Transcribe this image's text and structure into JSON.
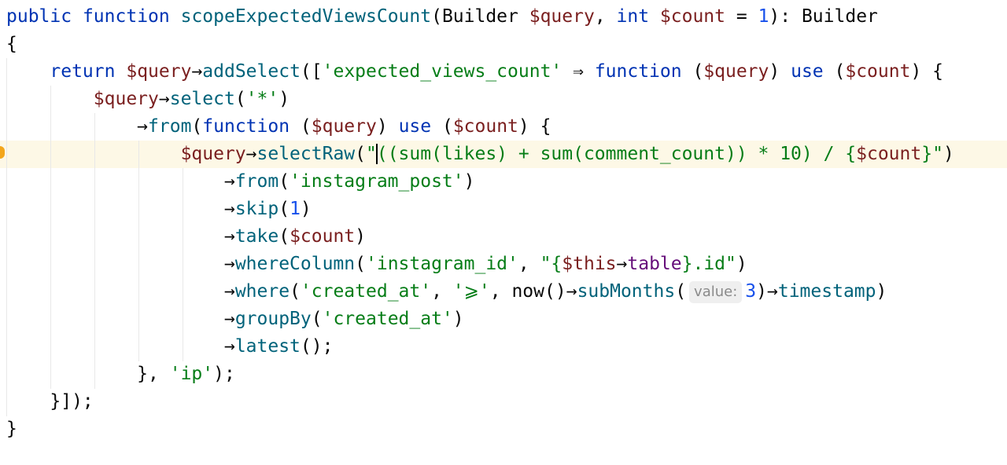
{
  "editor": {
    "language": "php",
    "caret_line": 6,
    "lines": [
      [
        {
          "t": "public",
          "c": "kw"
        },
        {
          "t": " ",
          "c": "pl"
        },
        {
          "t": "function",
          "c": "kw"
        },
        {
          "t": " ",
          "c": "pl"
        },
        {
          "t": "scopeExpectedViewsCount",
          "c": "fn"
        },
        {
          "t": "(Builder ",
          "c": "pl"
        },
        {
          "t": "$query",
          "c": "vv"
        },
        {
          "t": ", ",
          "c": "pl"
        },
        {
          "t": "int",
          "c": "kw"
        },
        {
          "t": " ",
          "c": "pl"
        },
        {
          "t": "$count",
          "c": "vv"
        },
        {
          "t": " = ",
          "c": "pl"
        },
        {
          "t": "1",
          "c": "num"
        },
        {
          "t": "): Builder",
          "c": "pl"
        }
      ],
      [
        {
          "t": "{",
          "c": "pl"
        }
      ],
      [
        {
          "t": "    ",
          "c": "pl"
        },
        {
          "t": "return",
          "c": "kw"
        },
        {
          "t": " ",
          "c": "pl"
        },
        {
          "t": "$query",
          "c": "vv"
        },
        {
          "t": "→",
          "c": "pl"
        },
        {
          "t": "addSelect",
          "c": "fn"
        },
        {
          "t": "([",
          "c": "pl"
        },
        {
          "t": "'expected_views_count'",
          "c": "str"
        },
        {
          "t": " ⇒ ",
          "c": "pl"
        },
        {
          "t": "function",
          "c": "kw"
        },
        {
          "t": " (",
          "c": "pl"
        },
        {
          "t": "$query",
          "c": "vv"
        },
        {
          "t": ") ",
          "c": "pl"
        },
        {
          "t": "use",
          "c": "kw"
        },
        {
          "t": " (",
          "c": "pl"
        },
        {
          "t": "$count",
          "c": "vv"
        },
        {
          "t": ") {",
          "c": "pl"
        }
      ],
      [
        {
          "t": "        ",
          "c": "pl"
        },
        {
          "t": "$query",
          "c": "vv"
        },
        {
          "t": "→",
          "c": "pl"
        },
        {
          "t": "select",
          "c": "fn"
        },
        {
          "t": "(",
          "c": "pl"
        },
        {
          "t": "'*'",
          "c": "str"
        },
        {
          "t": ")",
          "c": "pl"
        }
      ],
      [
        {
          "t": "            ",
          "c": "pl"
        },
        {
          "t": "→",
          "c": "pl"
        },
        {
          "t": "from",
          "c": "fn"
        },
        {
          "t": "(",
          "c": "pl"
        },
        {
          "t": "function",
          "c": "kw"
        },
        {
          "t": " (",
          "c": "pl"
        },
        {
          "t": "$query",
          "c": "vv"
        },
        {
          "t": ") ",
          "c": "pl"
        },
        {
          "t": "use",
          "c": "kw"
        },
        {
          "t": " (",
          "c": "pl"
        },
        {
          "t": "$count",
          "c": "vv"
        },
        {
          "t": ") {",
          "c": "pl"
        }
      ],
      [
        {
          "t": "                ",
          "c": "pl"
        },
        {
          "t": "$query",
          "c": "vv"
        },
        {
          "t": "→",
          "c": "pl"
        },
        {
          "t": "selectRaw",
          "c": "fn"
        },
        {
          "t": "(",
          "c": "pl"
        },
        {
          "t": "\"",
          "c": "str"
        },
        {
          "caret": true
        },
        {
          "t": "((sum(likes) + sum(comment_count)) * 10) / {",
          "c": "str"
        },
        {
          "t": "$count",
          "c": "vv"
        },
        {
          "t": "}\"",
          "c": "str"
        },
        {
          "t": ")",
          "c": "pl"
        }
      ],
      [
        {
          "t": "                    ",
          "c": "pl"
        },
        {
          "t": "→",
          "c": "pl"
        },
        {
          "t": "from",
          "c": "fn"
        },
        {
          "t": "(",
          "c": "pl"
        },
        {
          "t": "'instagram_post'",
          "c": "str"
        },
        {
          "t": ")",
          "c": "pl"
        }
      ],
      [
        {
          "t": "                    ",
          "c": "pl"
        },
        {
          "t": "→",
          "c": "pl"
        },
        {
          "t": "skip",
          "c": "fn"
        },
        {
          "t": "(",
          "c": "pl"
        },
        {
          "t": "1",
          "c": "num"
        },
        {
          "t": ")",
          "c": "pl"
        }
      ],
      [
        {
          "t": "                    ",
          "c": "pl"
        },
        {
          "t": "→",
          "c": "pl"
        },
        {
          "t": "take",
          "c": "fn"
        },
        {
          "t": "(",
          "c": "pl"
        },
        {
          "t": "$count",
          "c": "vv"
        },
        {
          "t": ")",
          "c": "pl"
        }
      ],
      [
        {
          "t": "                    ",
          "c": "pl"
        },
        {
          "t": "→",
          "c": "pl"
        },
        {
          "t": "whereColumn",
          "c": "fn"
        },
        {
          "t": "(",
          "c": "pl"
        },
        {
          "t": "'instagram_id'",
          "c": "str"
        },
        {
          "t": ", ",
          "c": "pl"
        },
        {
          "t": "\"{",
          "c": "str"
        },
        {
          "t": "$this",
          "c": "vv"
        },
        {
          "t": "→",
          "c": "pl"
        },
        {
          "t": "table",
          "c": "pvar"
        },
        {
          "t": "}.id\"",
          "c": "str"
        },
        {
          "t": ")",
          "c": "pl"
        }
      ],
      [
        {
          "t": "                    ",
          "c": "pl"
        },
        {
          "t": "→",
          "c": "pl"
        },
        {
          "t": "where",
          "c": "fn"
        },
        {
          "t": "(",
          "c": "pl"
        },
        {
          "t": "'created_at'",
          "c": "str"
        },
        {
          "t": ", ",
          "c": "pl"
        },
        {
          "t": "'⩾'",
          "c": "str"
        },
        {
          "t": ", now()",
          "c": "pl"
        },
        {
          "t": "→",
          "c": "pl"
        },
        {
          "t": "subMonths",
          "c": "fn"
        },
        {
          "t": "(",
          "c": "pl"
        },
        {
          "hint": "value:"
        },
        {
          "t": "3",
          "c": "num"
        },
        {
          "t": ")",
          "c": "pl"
        },
        {
          "t": "→",
          "c": "pl"
        },
        {
          "t": "timestamp",
          "c": "fn"
        },
        {
          "t": ")",
          "c": "pl"
        }
      ],
      [
        {
          "t": "                    ",
          "c": "pl"
        },
        {
          "t": "→",
          "c": "pl"
        },
        {
          "t": "groupBy",
          "c": "fn"
        },
        {
          "t": "(",
          "c": "pl"
        },
        {
          "t": "'created_at'",
          "c": "str"
        },
        {
          "t": ")",
          "c": "pl"
        }
      ],
      [
        {
          "t": "                    ",
          "c": "pl"
        },
        {
          "t": "→",
          "c": "pl"
        },
        {
          "t": "latest",
          "c": "fn"
        },
        {
          "t": "();",
          "c": "pl"
        }
      ],
      [
        {
          "t": "            }, ",
          "c": "pl"
        },
        {
          "t": "'ip'",
          "c": "str"
        },
        {
          "t": ");",
          "c": "pl"
        }
      ],
      [
        {
          "t": "    }]);",
          "c": "pl"
        }
      ],
      [
        {
          "t": "}",
          "c": "pl"
        }
      ]
    ]
  }
}
